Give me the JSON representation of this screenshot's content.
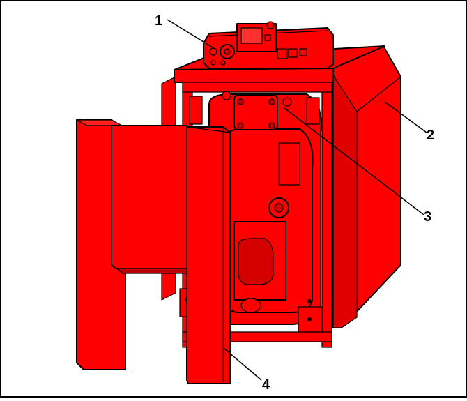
{
  "callouts": [
    {
      "id": "1",
      "label": "1"
    },
    {
      "id": "2",
      "label": "2"
    },
    {
      "id": "3",
      "label": "3"
    },
    {
      "id": "4",
      "label": "4"
    }
  ],
  "colors": {
    "body": "#ff0000",
    "body_dark": "#d10000",
    "body_shadow": "#a80000",
    "outline": "#000000",
    "background": "#ffffff"
  }
}
